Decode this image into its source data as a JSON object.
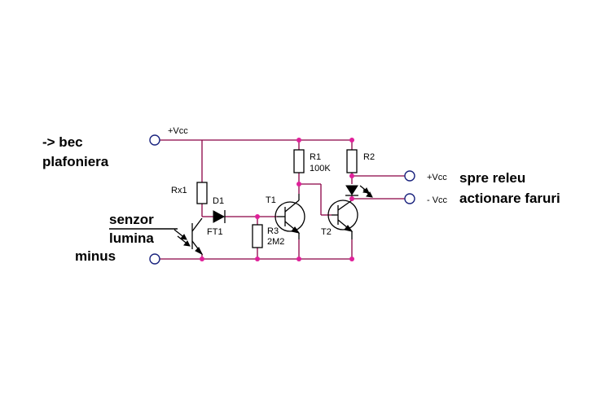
{
  "labels": {
    "bec": "-> bec",
    "plafoniera": "plafoniera",
    "senzor": "senzor",
    "lumina": "lumina",
    "minus": "minus",
    "spre_releu": "spre releu",
    "actionare_faruri": "actionare faruri"
  },
  "components": {
    "vcc_top": "+Vcc",
    "rx1": "Rx1",
    "d1": "D1",
    "ft1": "FT1",
    "r3": "R3",
    "r3_value": "2M2",
    "t1": "T1",
    "r1": "R1",
    "r1_value": "100K",
    "t2": "T2",
    "r2": "R2",
    "vcc_plus_out": "+Vcc",
    "vcc_minus_out": "- Vcc"
  },
  "colors": {
    "wire": "#8b0045",
    "node": "#e0209a",
    "terminal": "#1a237e"
  }
}
